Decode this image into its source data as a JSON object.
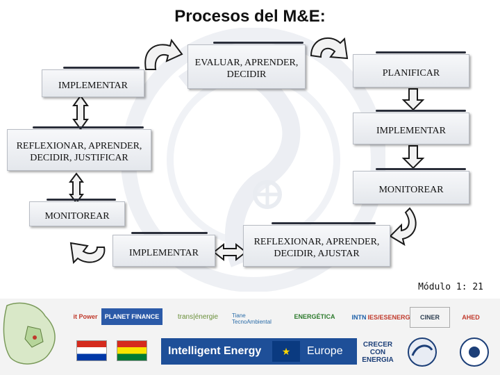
{
  "title": "Procesos del M&E:",
  "boxes": {
    "implementar_top_left": "IMPLEMENTAR",
    "evaluar": "EVALUAR, APRENDER, DECIDIR",
    "planificar": "PLANIFICAR",
    "implementar_right": "IMPLEMENTAR",
    "reflexionar_justificar": "REFLEXIONAR, APRENDER, DECIDIR, JUSTIFICAR",
    "monitorear_right": "MONITOREAR",
    "monitorear_left": "MONITOREAR",
    "implementar_bottom": "IMPLEMENTAR",
    "reflexionar_ajustar": "REFLEXIONAR, APRENDER, DECIDIR, AJUSTAR"
  },
  "box_dots": "...",
  "caption": "Módulo 1: 21",
  "logos": {
    "itpower": "it Power",
    "planet_finance": "PLANET FINANCE",
    "transenergie": "trans|énergie",
    "tte": "Tiane TecnoAmbiental",
    "energetica": "ENERGÉTICA",
    "intn": "INTN",
    "ies": "IES/ESENERG",
    "cinergia": "CINER",
    "ahed": "AHED",
    "intelligent_energy": "Intelligent Energy",
    "europe": "Europe",
    "crecer": "CRECER CON ENERGIA"
  },
  "colors": {
    "arrow_fill": "#f2f2f2",
    "arrow_stroke": "#1a1a1a",
    "box_top_bar": "#2a2e3a",
    "ie_banner": "#1e4f98"
  }
}
